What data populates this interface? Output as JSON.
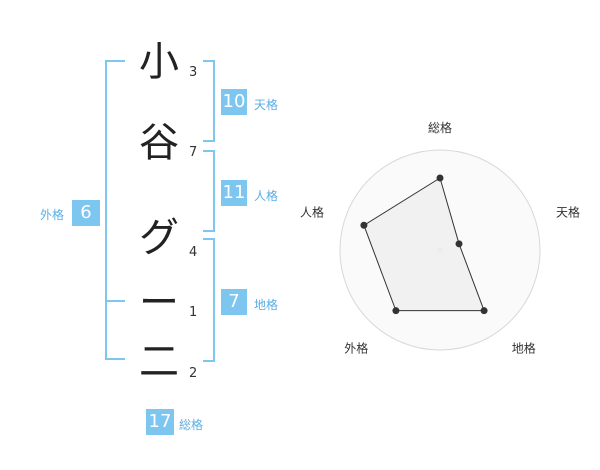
{
  "name": {
    "characters": [
      "小",
      "谷",
      "グ",
      "ー",
      "二"
    ],
    "strokes": [
      "3",
      "7",
      "4",
      "1",
      "2"
    ]
  },
  "fortunes": {
    "tenkaku": {
      "value": "10",
      "label": "天格"
    },
    "jinkaku": {
      "value": "11",
      "label": "人格"
    },
    "chikaku": {
      "value": "7",
      "label": "地格"
    },
    "gaikaku": {
      "value": "6",
      "label": "外格"
    },
    "soukaku": {
      "value": "17",
      "label": "総格"
    }
  },
  "colors": {
    "accent": "#7cc6f0",
    "polygon_fill": "#efefef",
    "grid": "#d8d8d8"
  },
  "chart_data": {
    "type": "radar",
    "axes": [
      "総格",
      "天格",
      "地格",
      "外格",
      "人格"
    ],
    "values": [
      0.72,
      0.2,
      0.75,
      0.75,
      0.8
    ],
    "range": [
      0,
      1
    ],
    "rings": 5
  }
}
